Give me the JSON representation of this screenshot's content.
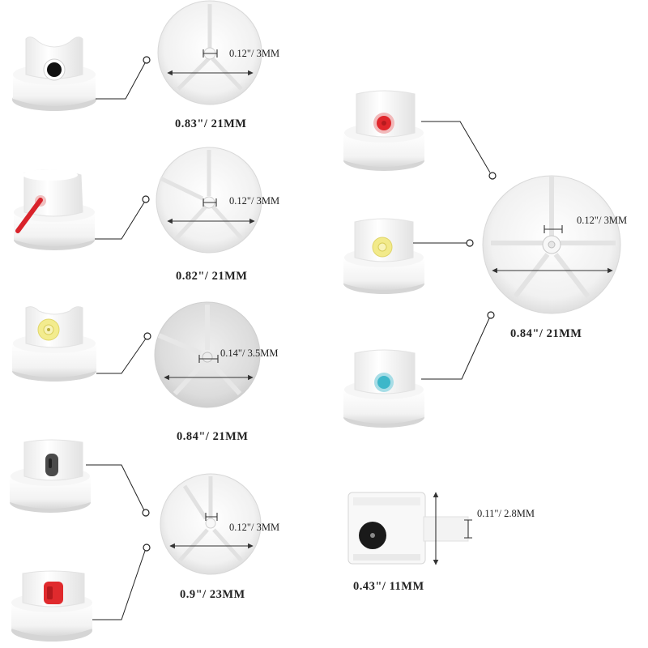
{
  "groups": [
    {
      "inner": "0.12\"/ 3MM",
      "outer": "0.83\"/ 21MM"
    },
    {
      "inner": "0.12\"/ 3MM",
      "outer": "0.82\"/ 21MM"
    },
    {
      "inner": "0.14\"/ 3.5MM",
      "outer": "0.84\"/ 21MM"
    },
    {
      "inner": "0.12\"/ 3MM",
      "outer": "0.9\"/ 23MM"
    },
    {
      "inner": "0.12\"/ 3MM",
      "outer": "0.84\"/ 21MM"
    },
    {
      "inner": "0.11\"/ 2.8MM",
      "outer": "0.43\"/ 11MM"
    }
  ],
  "colors": {
    "cap_body": "#ffffff",
    "cap_shadow": "#dcdcdc",
    "black": "#111111",
    "red": "#e0262b",
    "yellow": "#f2ea8a",
    "cyan": "#3db7c9",
    "dark_grey": "#444444",
    "disc": "#f0f0f0"
  }
}
